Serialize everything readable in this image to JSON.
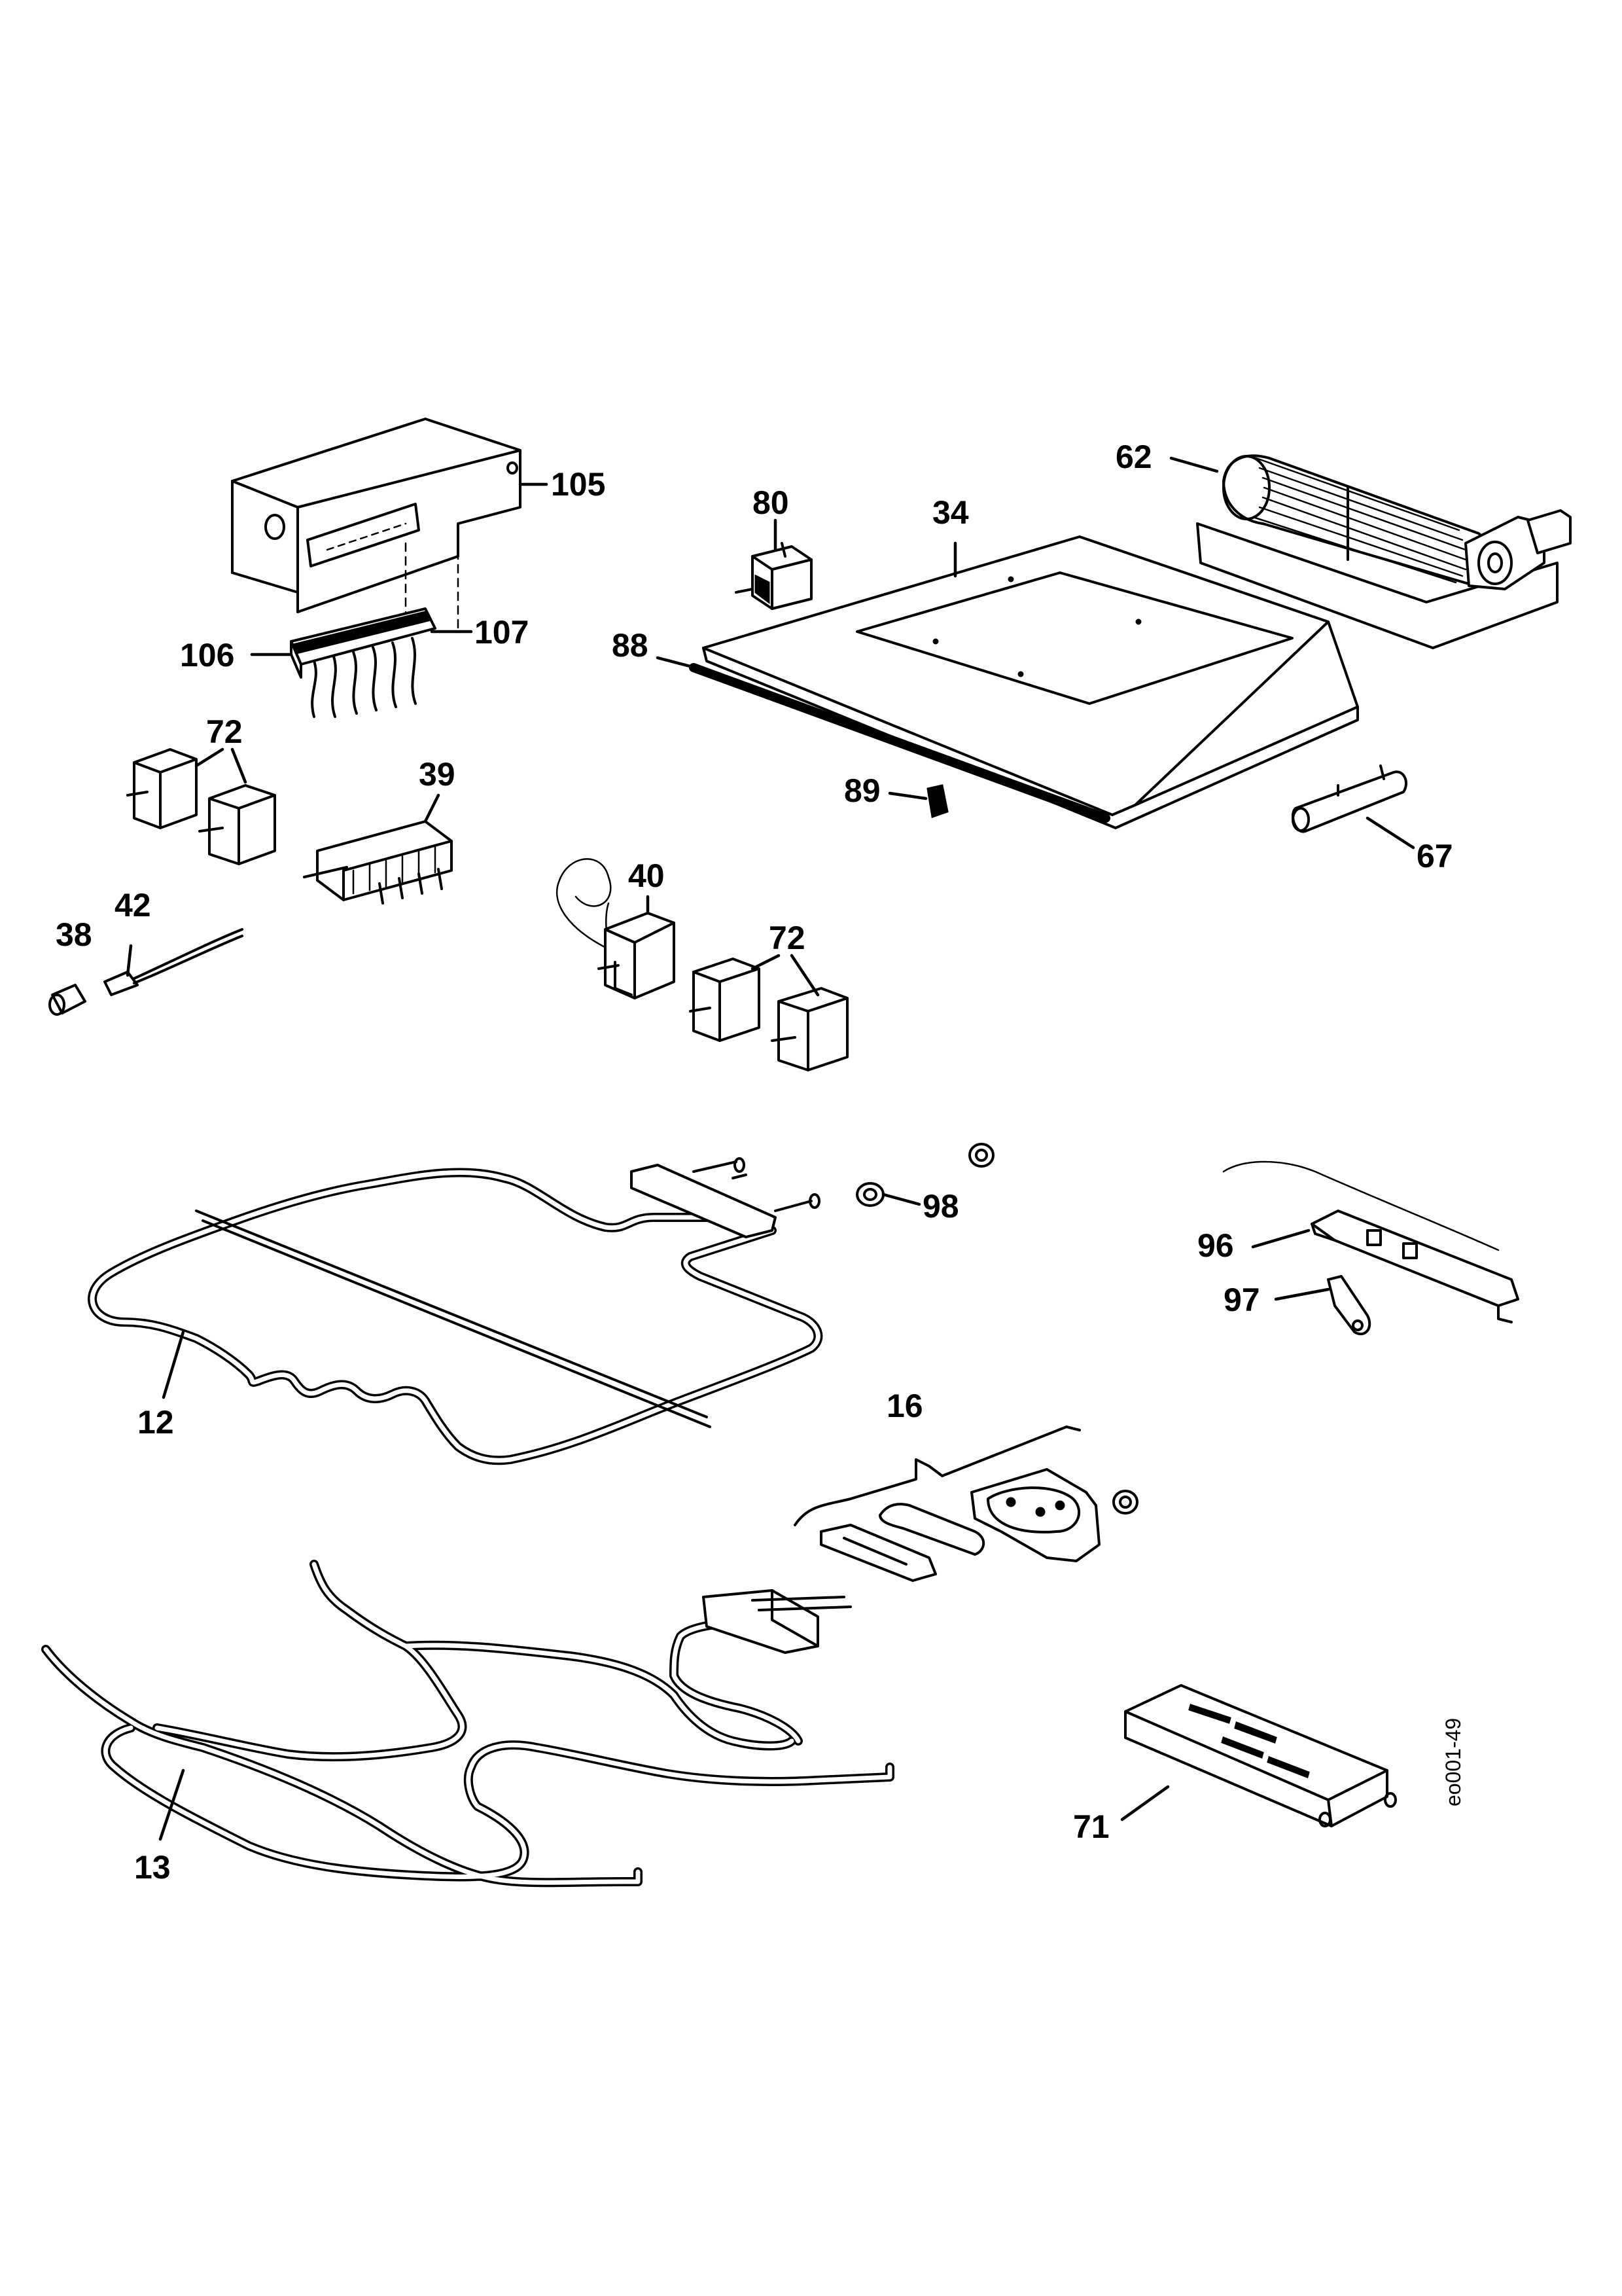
{
  "callouts": {
    "p105": "105",
    "p106": "106",
    "p107": "107",
    "p80": "80",
    "p34": "34",
    "p62": "62",
    "p88": "88",
    "p72a": "72",
    "p39": "39",
    "p89": "89",
    "p67": "67",
    "p40": "40",
    "p72b": "72",
    "p38": "38",
    "p42": "42",
    "p98": "98",
    "p96": "96",
    "p97": "97",
    "p12": "12",
    "p16": "16",
    "p13": "13",
    "p71": "71"
  },
  "drawing_code": "eo001-49"
}
